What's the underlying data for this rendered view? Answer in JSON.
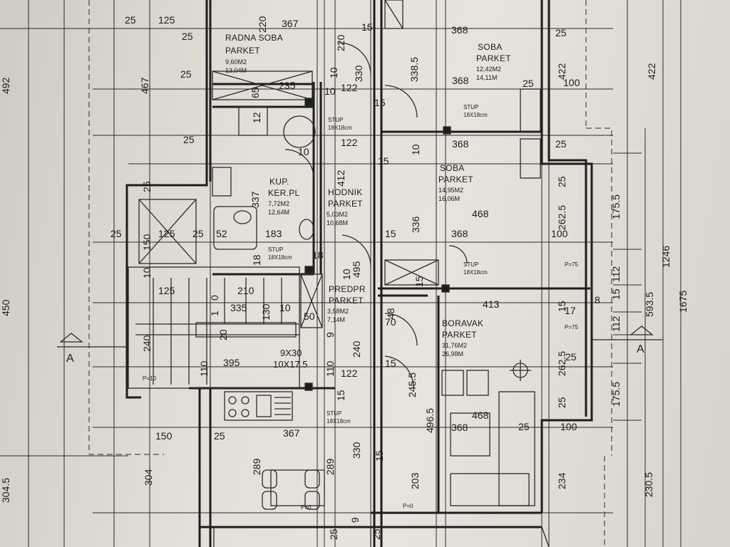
{
  "rooms": [
    {
      "name": "RADNA SOBA",
      "floor": "PARKET",
      "area": "9,60M2",
      "perimeter": "13,04M"
    },
    {
      "name": "SOBA",
      "floor": "PARKET",
      "area": "12,42M2",
      "perimeter": "14,11M"
    },
    {
      "name": "SOBA",
      "floor": "PARKET",
      "area": "14,95M2",
      "perimeter": "16,06M"
    },
    {
      "name": "KUP.",
      "floor": "KER.PL",
      "area": "7,72M2",
      "perimeter": "12,64M"
    },
    {
      "name": "HODNIK",
      "floor": "PARKET",
      "area": "5,03M2",
      "perimeter": "10,68M"
    },
    {
      "name": "PREDPR",
      "floor": "PARKET",
      "area": "3,58M2",
      "perimeter": "7,14M"
    },
    {
      "name": "BORAVAK",
      "floor": "PARKET",
      "area": "31,76M2",
      "perimeter": "26,98M"
    }
  ],
  "stup": {
    "label": "STUP",
    "size": "18X18cm"
  },
  "section_marker": "A",
  "stair": {
    "steps": "9X30",
    "riser": "10X17.5"
  },
  "door_note": "P=10",
  "window_note": "P=75",
  "sill_note": "P=0",
  "dims": {
    "d25": "25",
    "d125": "125",
    "d367": "367",
    "d220": "220",
    "d15": "15",
    "d368": "368",
    "d330": "330",
    "d3385": "338.5",
    "d422": "422",
    "d467": "467",
    "d65": "65",
    "d235": "235",
    "d10": "10",
    "d122": "122",
    "d100": "100",
    "d12": "12",
    "d412": "412",
    "d337": "337",
    "d336": "336",
    "d468": "468",
    "d2625": "262.5",
    "d1755": "175.5",
    "d1246": "1246",
    "d150": "150",
    "d52": "52",
    "d183": "183",
    "d18": "18",
    "d495": "495",
    "d112": "112",
    "d5935": "593.5",
    "d1675": "1675",
    "d210": "210",
    "d335": "335",
    "d130": "130",
    "d1": "1",
    "d0": "0",
    "d50": "50",
    "d413": "413",
    "d17": "17",
    "d8": "8",
    "d240": "240",
    "d20": "20",
    "d48": "48",
    "d70": "70",
    "d9": "9",
    "d110": "110",
    "d395": "395",
    "d2455": "245.5",
    "d4965": "496.5",
    "d289": "289",
    "d304": "304",
    "d3045": "304.5",
    "d203": "203",
    "d234": "234",
    "d2305": "230.5",
    "d492": "492",
    "d450": "450"
  }
}
